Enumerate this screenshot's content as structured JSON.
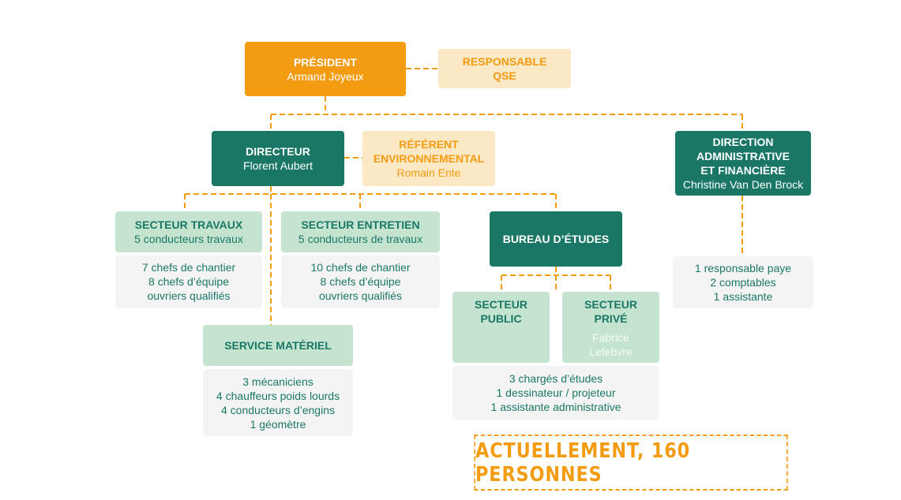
{
  "president": {
    "title": "PRÉSIDENT",
    "name": "Armand Joyeux"
  },
  "qse": {
    "title_line1": "RESPONSABLE",
    "title_line2": "QSE"
  },
  "directeur": {
    "title": "DIRECTEUR",
    "name": "Florent Aubert"
  },
  "referent": {
    "title_line1": "RÉFÉRENT",
    "title_line2": "ENVIRONNEMENTAL",
    "name": "Romain Ente"
  },
  "daf": {
    "title_line1": "DIRECTION",
    "title_line2": "ADMINISTRATIVE",
    "title_line3": "ET FINANCIÈRE",
    "name": "Christine Van Den Brock"
  },
  "secteur_travaux": {
    "title": "SECTEUR TRAVAUX",
    "sub": "5 conducteurs travaux",
    "staff": [
      "7 chefs de chantier",
      "8 chefs d’équipe",
      "ouvriers qualifiés"
    ]
  },
  "secteur_entretien": {
    "title": "SECTEUR ENTRETIEN",
    "sub": "5 conducteurs de travaux",
    "staff": [
      "10 chefs de chantier",
      "8 chefs d’équipe",
      "ouvriers qualifiés"
    ]
  },
  "bureau_etudes": {
    "title": "BUREAU D’ÉTUDES"
  },
  "secteur_public": {
    "title_line1": "SECTEUR",
    "title_line2": "PUBLIC"
  },
  "secteur_prive": {
    "title_line1": "SECTEUR",
    "title_line2": "PRIVÉ",
    "name_line1": "Fabrice",
    "name_line2": "Lefebvre"
  },
  "bureau_staff": [
    "3 chargés d’études",
    "1 dessinateur / projeteur",
    "1 assistante administrative"
  ],
  "daf_staff": [
    "1 responsable paye",
    "2 comptables",
    "1 assistante"
  ],
  "service_materiel": {
    "title": "SERVICE MATÉRIEL",
    "staff": [
      "3 mécaniciens",
      "4 chauffeurs poids lourds",
      "4 conducteurs d’engins",
      "1 géomètre"
    ]
  },
  "total": "ACTUELLEMENT, 160 PERSONNES",
  "colors": {
    "orange": "#f39c12",
    "pale_orange": "#fbe8c4",
    "teal": "#1a7766",
    "light_green": "#c5e4cf",
    "grey": "#f4f4f4"
  }
}
